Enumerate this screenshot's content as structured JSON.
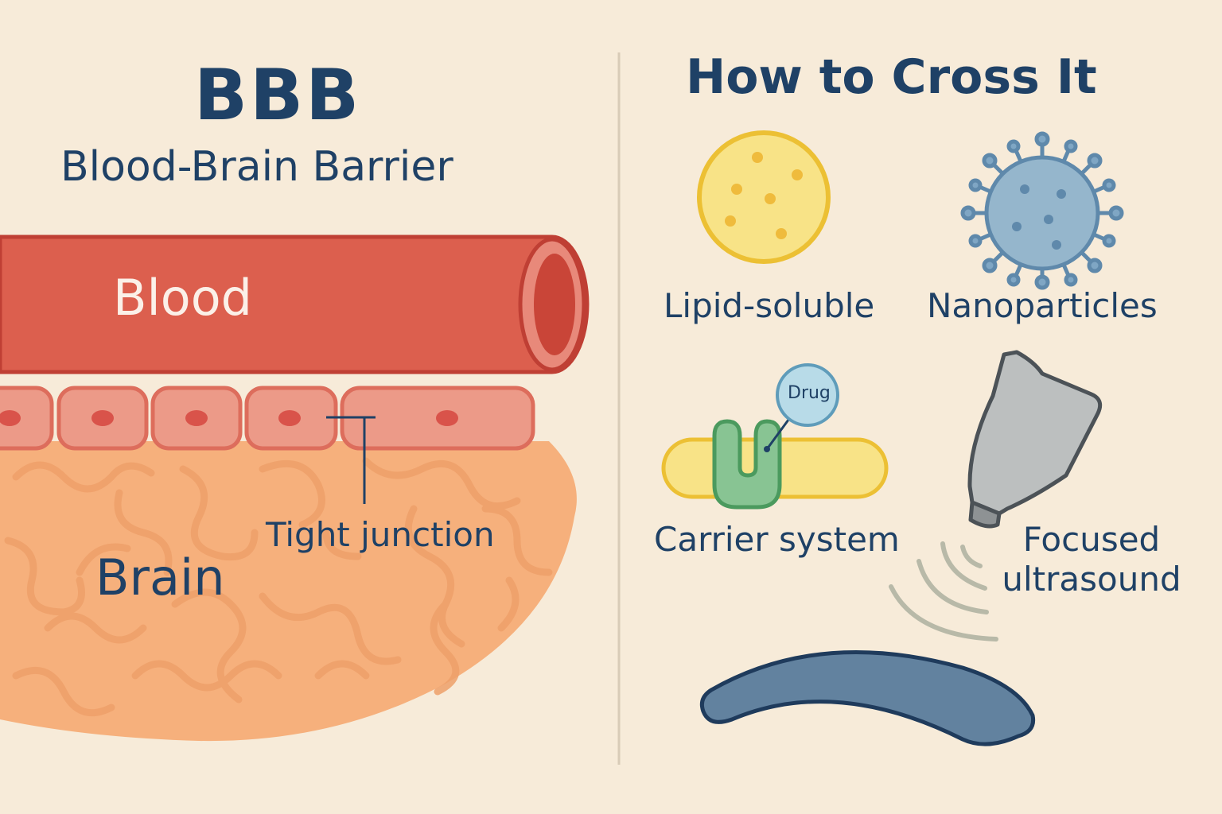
{
  "header": {
    "acronym": "BBB",
    "full_name": "Blood-Brain Barrier"
  },
  "left_panel": {
    "blood_label": "Blood",
    "brain_label": "Brain",
    "tight_junction_label": "Tight junction"
  },
  "right_panel": {
    "title": "How to Cross It",
    "methods": [
      {
        "label": "Lipid-soluble",
        "icon": "lipid-particle-icon"
      },
      {
        "label": "Nanoparticles",
        "icon": "nanoparticle-icon"
      },
      {
        "label": "Carrier system",
        "icon": "carrier-protein-icon"
      },
      {
        "label": "Focused ultrasound",
        "icon": "ultrasound-probe-icon"
      }
    ],
    "drug_label": "Drug"
  },
  "colors": {
    "background": "#f7ebd9",
    "navy_text": "#1f4166",
    "blood_vessel": "#dc5f4e",
    "endothelial_cell": "#ec9a88",
    "brain_tissue": "#f6b07c",
    "lipid_yellow": "#f8e387",
    "nanoparticle_blue": "#95b6cc",
    "carrier_green": "#88c493",
    "probe_gray": "#bcbfbf"
  }
}
